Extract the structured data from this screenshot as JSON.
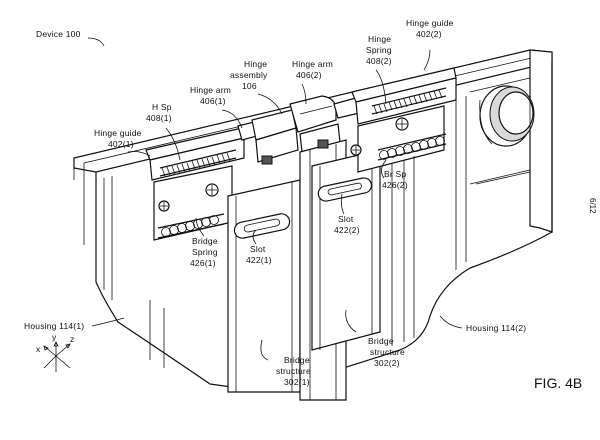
{
  "figure": {
    "label": "FIG. 4B",
    "sheet": "6/12"
  },
  "labels": {
    "device": "Device 100",
    "hinge_guide_1": [
      "Hinge guide",
      "402(1)"
    ],
    "h_sp": [
      "H Sp",
      "408(1)"
    ],
    "hinge_arm_1": [
      "Hinge arm",
      "406(1)"
    ],
    "hinge_assembly": [
      "Hinge",
      "assembly",
      "106"
    ],
    "hinge_arm_2": [
      "Hinge arm",
      "406(2)"
    ],
    "hinge_spring_2": [
      "Hinge",
      "Spring",
      "408(2)"
    ],
    "hinge_guide_2": [
      "Hinge guide",
      "402(2)"
    ],
    "br_sp": [
      "Br Sp",
      "426(2)"
    ],
    "slot_2": [
      "Slot",
      "422(2)"
    ],
    "bridge_spring_1": [
      "Bridge",
      "Spring",
      "426(1)"
    ],
    "slot_1": [
      "Slot",
      "422(1)"
    ],
    "housing_1": "Housing 114(1)",
    "housing_2": "Housing 114(2)",
    "bridge_structure_2": [
      "Bridge",
      "structure",
      "302(2)"
    ],
    "bridge_structure_1": [
      "Bridge",
      "structure",
      "302(1)"
    ],
    "axes": [
      "x",
      "y",
      "z"
    ]
  }
}
